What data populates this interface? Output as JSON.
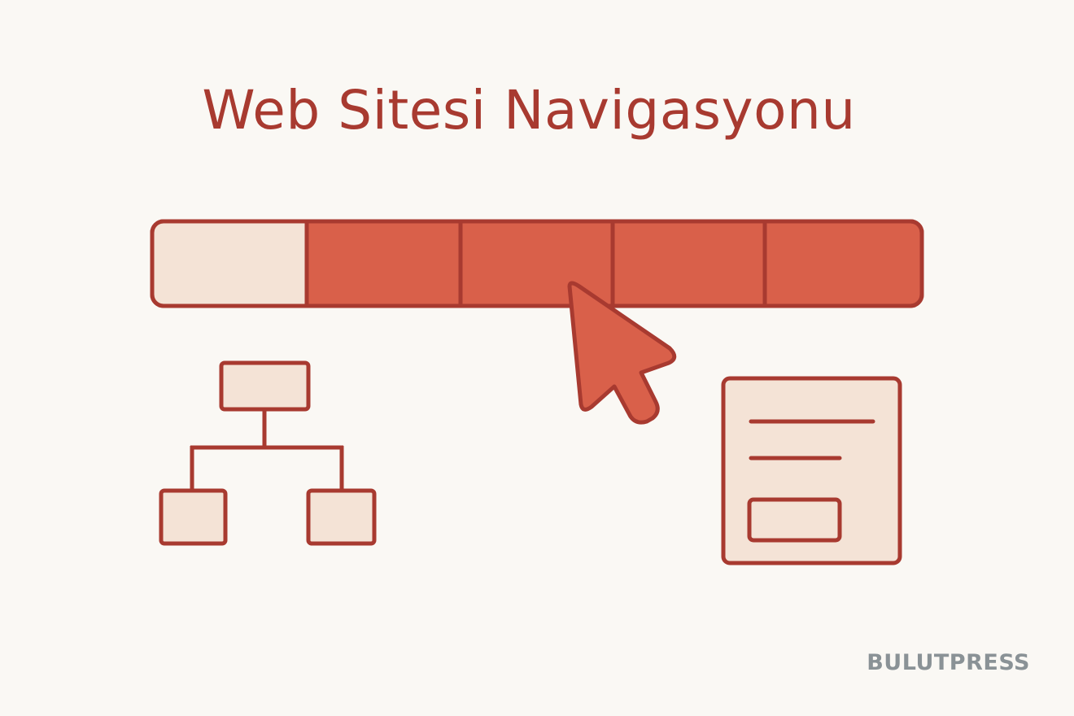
{
  "header": {
    "title": "Web Sitesi Navigasyonu"
  },
  "footer": {
    "brand": "BULUTPRESS"
  },
  "colors": {
    "background": "#faf8f4",
    "accent": "#d9604a",
    "outline": "#a83a30",
    "light_fill": "#f4e3d6",
    "brand_gray": "#8a9296"
  },
  "icons": {
    "cursor": "mouse-pointer-icon",
    "sitemap": "sitemap-icon",
    "page": "page-layout-icon"
  },
  "nav_bar": {
    "segments": 5,
    "active_segment": 1
  }
}
